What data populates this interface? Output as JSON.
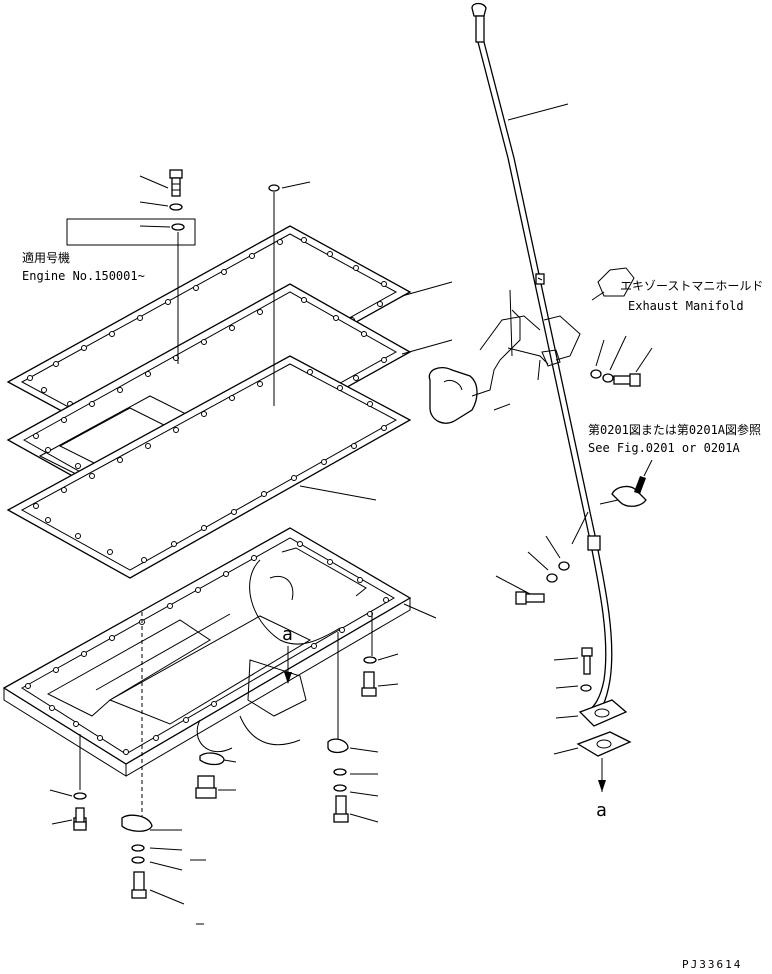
{
  "figure": {
    "applicable_label_jp": "適用号機",
    "engine_label": "Engine No.150001~",
    "manifold_label_jp": "エキゾーストマニホールド",
    "manifold_label_en": "Exhaust Manifold",
    "reference_label_jp": "第0201図または第0201A図参照",
    "reference_label_en": "See Fig.0201 or 0201A",
    "marker_a": "a",
    "figure_code": "PJ33614"
  }
}
